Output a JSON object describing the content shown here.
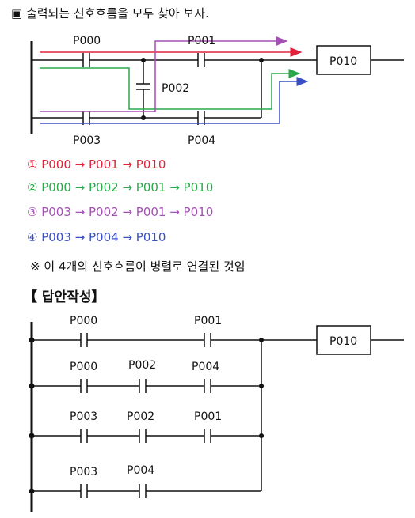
{
  "title": "▣ 출력되는 신호흐름을 모두 찾아 보자.",
  "top_diagram": {
    "labels": {
      "p000": "P000",
      "p001": "P001",
      "p002": "P002",
      "p003": "P003",
      "p004": "P004",
      "p010": "P010"
    }
  },
  "paths": [
    {
      "text": "① P000 → P001 → P010",
      "color": "#e0223a"
    },
    {
      "text": "② P000 → P002 → P001 → P010",
      "color": "#2aa84a"
    },
    {
      "text": "③ P003 → P002 → P001 → P010",
      "color": "#a450b4"
    },
    {
      "text": "④ P003 → P004 → P010",
      "color": "#3a4fc4"
    }
  ],
  "note": "※ 이 4개의 신호흐름이 병렬로 연결된 것임",
  "answer_heading": "【 답안작성】",
  "answer_diagram": {
    "output": "P010",
    "rungs": [
      [
        "P000",
        "P001"
      ],
      [
        "P000",
        "P002",
        "P004"
      ],
      [
        "P003",
        "P002",
        "P001"
      ],
      [
        "P003",
        "P004"
      ]
    ]
  }
}
